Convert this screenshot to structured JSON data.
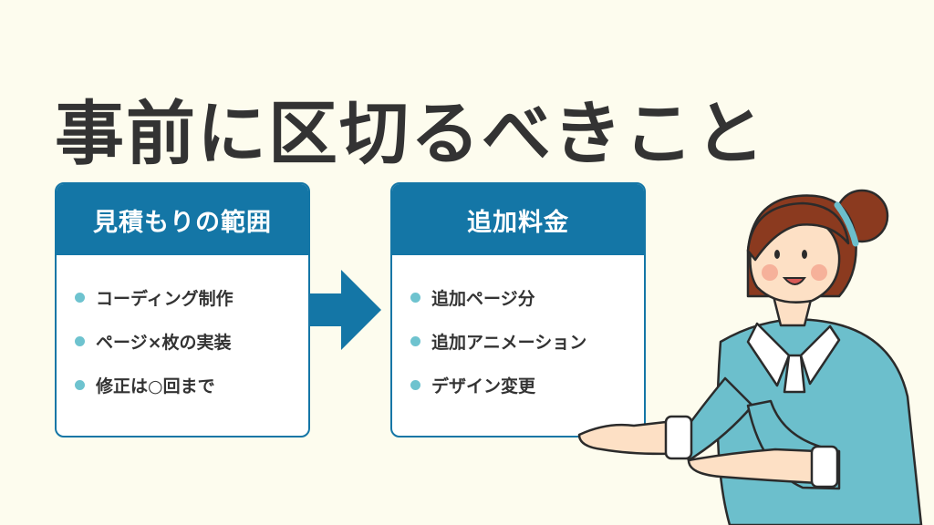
{
  "title": "事前に区切るべきこと",
  "colors": {
    "background": "#fdfcee",
    "accent": "#1476a6",
    "bullet": "#6ec3cf",
    "text": "#333333"
  },
  "left_box": {
    "header": "見積もりの範囲",
    "items": [
      {
        "label": "コーディング制作"
      },
      {
        "label": "ページ×枚の実装"
      },
      {
        "label": "修正は○回まで"
      }
    ]
  },
  "right_box": {
    "header": "追加料金",
    "items": [
      {
        "label": "追加ページ分"
      },
      {
        "label": "追加アニメーション"
      },
      {
        "label": "デザイン変更"
      }
    ]
  },
  "icons": {
    "arrow": "right-arrow-icon",
    "illustration": "presenting-woman-illustration"
  }
}
